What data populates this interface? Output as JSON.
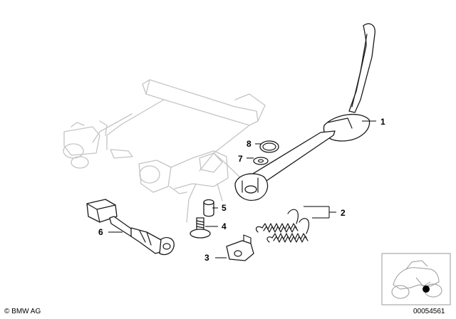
{
  "callouts": [
    "1",
    "2",
    "3",
    "4",
    "5",
    "6",
    "7",
    "8"
  ],
  "footer": {
    "copyright": "© BMW AG",
    "diagram_number": "00054561"
  },
  "colors": {
    "part_outline": "#1a1a1a",
    "context_outline": "#c4c4c4",
    "background": "#ffffff"
  },
  "icons": {
    "thumbnail": "motorcycle-location-icon"
  }
}
